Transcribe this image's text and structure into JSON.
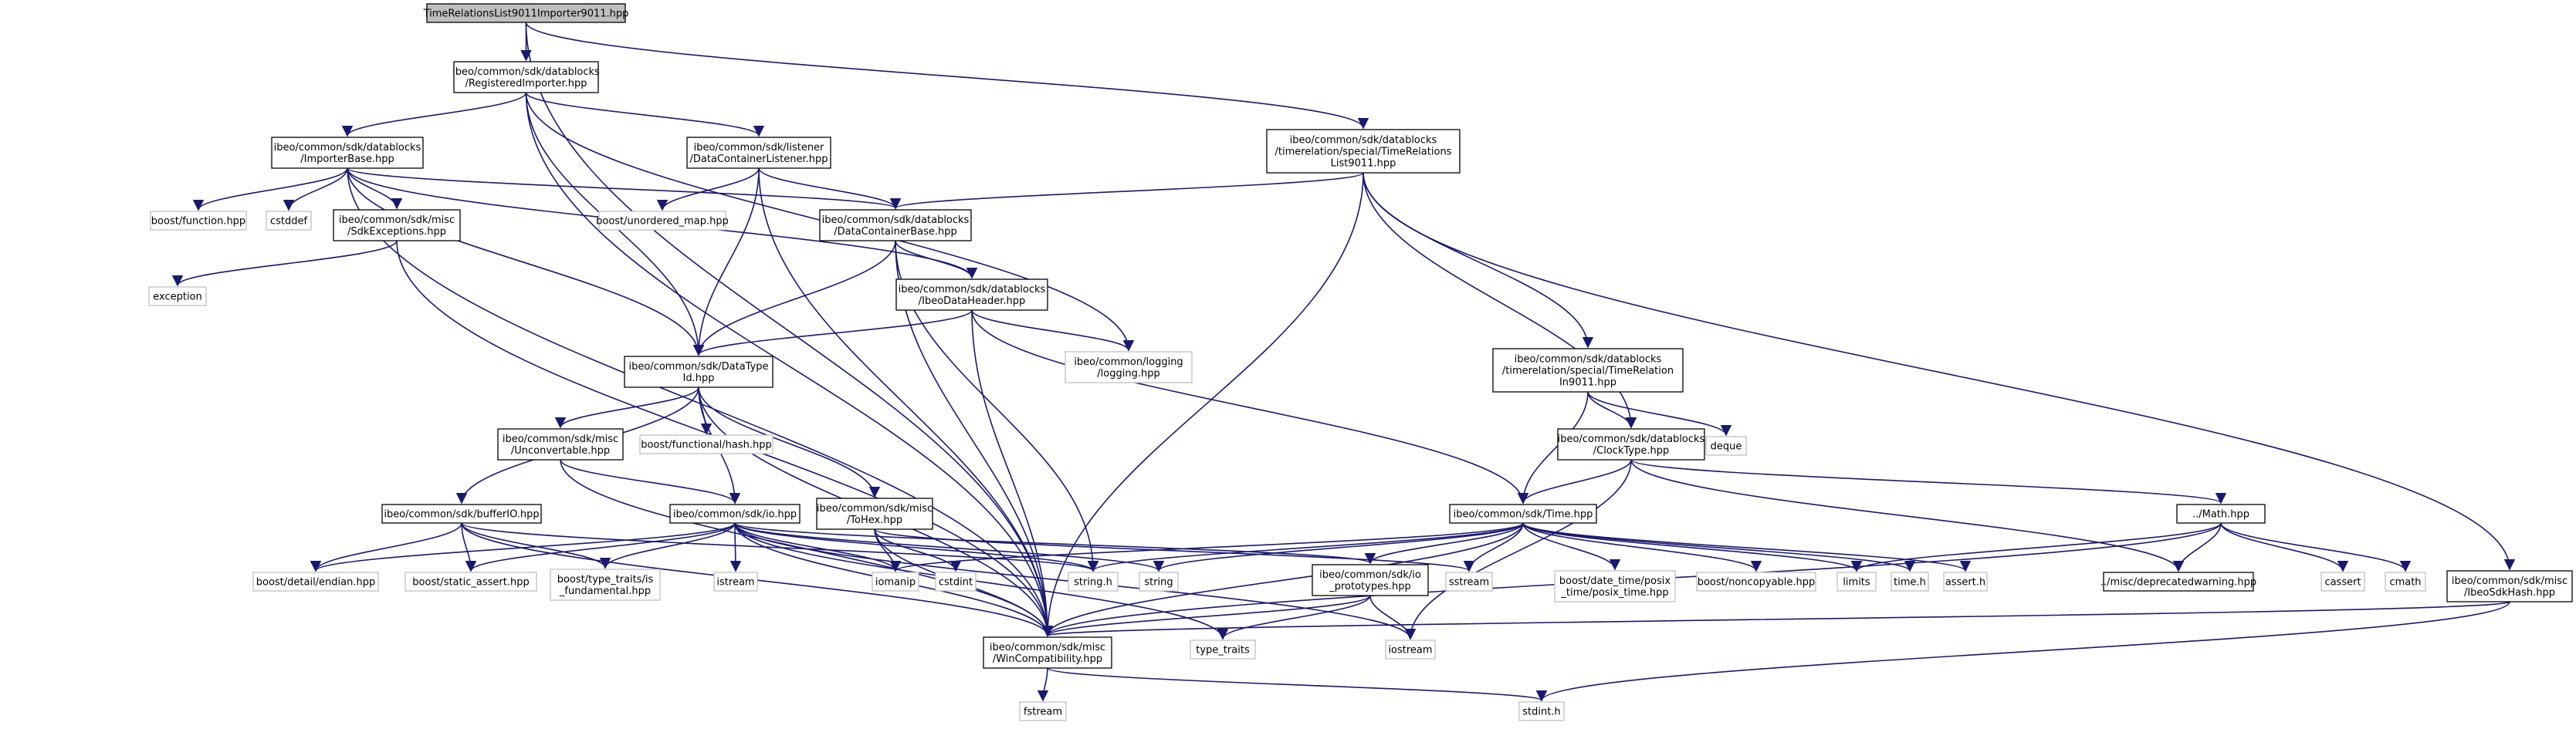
{
  "graph": {
    "root": {
      "id": "root",
      "label": [
        "TimeRelationsList9011Importer9011.hpp"
      ]
    },
    "nodes": [
      {
        "id": "root",
        "label": [
          "TimeRelationsList9011Importer9011.hpp"
        ],
        "style": "root"
      },
      {
        "id": "regimp",
        "label": [
          "ibeo/common/sdk/datablocks",
          "/RegisteredImporter.hpp"
        ],
        "style": "black"
      },
      {
        "id": "trlist",
        "label": [
          "ibeo/common/sdk/datablocks",
          "/timerelation/special/TimeRelations",
          "List9011.hpp"
        ],
        "style": "black"
      },
      {
        "id": "impbase",
        "label": [
          "ibeo/common/sdk/datablocks",
          "/ImporterBase.hpp"
        ],
        "style": "black"
      },
      {
        "id": "dclistener",
        "label": [
          "ibeo/common/sdk/listener",
          "/DataContainerListener.hpp"
        ],
        "style": "black"
      },
      {
        "id": "boostfunc",
        "label": [
          "boost/function.hpp"
        ],
        "style": "grey"
      },
      {
        "id": "cstddef",
        "label": [
          "cstddef"
        ],
        "style": "grey"
      },
      {
        "id": "sdkexc",
        "label": [
          "ibeo/common/sdk/misc",
          "/SdkExceptions.hpp"
        ],
        "style": "black"
      },
      {
        "id": "unordmap",
        "label": [
          "boost/unordered_map.hpp"
        ],
        "style": "grey"
      },
      {
        "id": "dcbase",
        "label": [
          "ibeo/common/sdk/datablocks",
          "/DataContainerBase.hpp"
        ],
        "style": "black"
      },
      {
        "id": "exception",
        "label": [
          "exception"
        ],
        "style": "grey"
      },
      {
        "id": "ibeohdr",
        "label": [
          "ibeo/common/sdk/datablocks",
          "/IbeoDataHeader.hpp"
        ],
        "style": "black"
      },
      {
        "id": "logging",
        "label": [
          "ibeo/common/logging",
          "/logging.hpp"
        ],
        "style": "grey"
      },
      {
        "id": "datatypeid",
        "label": [
          "ibeo/common/sdk/DataType",
          "Id.hpp"
        ],
        "style": "black"
      },
      {
        "id": "trin",
        "label": [
          "ibeo/common/sdk/datablocks",
          "/timerelation/special/TimeRelation",
          "In9011.hpp"
        ],
        "style": "black"
      },
      {
        "id": "unconv",
        "label": [
          "ibeo/common/sdk/misc",
          "/Unconvertable.hpp"
        ],
        "style": "black"
      },
      {
        "id": "funchash",
        "label": [
          "boost/functional/hash.hpp"
        ],
        "style": "grey"
      },
      {
        "id": "deque",
        "label": [
          "deque"
        ],
        "style": "grey"
      },
      {
        "id": "clocktype",
        "label": [
          "ibeo/common/sdk/datablocks",
          "/ClockType.hpp"
        ],
        "style": "black"
      },
      {
        "id": "bufferio",
        "label": [
          "ibeo/common/sdk/bufferIO.hpp"
        ],
        "style": "black"
      },
      {
        "id": "io",
        "label": [
          "ibeo/common/sdk/io.hpp"
        ],
        "style": "black"
      },
      {
        "id": "tohex",
        "label": [
          "ibeo/common/sdk/misc",
          "/ToHex.hpp"
        ],
        "style": "black"
      },
      {
        "id": "time",
        "label": [
          "ibeo/common/sdk/Time.hpp"
        ],
        "style": "black"
      },
      {
        "id": "math",
        "label": [
          "../Math.hpp"
        ],
        "style": "black"
      },
      {
        "id": "sdkhash",
        "label": [
          "ibeo/common/sdk/misc",
          "/IbeoSdkHash.hpp"
        ],
        "style": "black"
      },
      {
        "id": "endian",
        "label": [
          "boost/detail/endian.hpp"
        ],
        "style": "grey"
      },
      {
        "id": "staticassert",
        "label": [
          "boost/static_assert.hpp"
        ],
        "style": "grey"
      },
      {
        "id": "typetraitsfund",
        "label": [
          "boost/type_traits/is",
          "_fundamental.hpp"
        ],
        "style": "grey"
      },
      {
        "id": "istream",
        "label": [
          "istream"
        ],
        "style": "grey"
      },
      {
        "id": "iomanip",
        "label": [
          "iomanip"
        ],
        "style": "grey"
      },
      {
        "id": "cstdint",
        "label": [
          "cstdint"
        ],
        "style": "grey"
      },
      {
        "id": "stringh",
        "label": [
          "string.h"
        ],
        "style": "grey"
      },
      {
        "id": "string",
        "label": [
          "string"
        ],
        "style": "grey"
      },
      {
        "id": "ioproto",
        "label": [
          "ibeo/common/sdk/io",
          "_prototypes.hpp"
        ],
        "style": "black"
      },
      {
        "id": "sstream",
        "label": [
          "sstream"
        ],
        "style": "grey"
      },
      {
        "id": "posixtime",
        "label": [
          "boost/date_time/posix",
          "_time/posix_time.hpp"
        ],
        "style": "grey"
      },
      {
        "id": "noncopyable",
        "label": [
          "boost/noncopyable.hpp"
        ],
        "style": "grey"
      },
      {
        "id": "limits",
        "label": [
          "limits"
        ],
        "style": "grey"
      },
      {
        "id": "timeh",
        "label": [
          "time.h"
        ],
        "style": "grey"
      },
      {
        "id": "asserth",
        "label": [
          "assert.h"
        ],
        "style": "grey"
      },
      {
        "id": "deprecated",
        "label": [
          "../misc/deprecatedwarning.hpp"
        ],
        "style": "black"
      },
      {
        "id": "cassert",
        "label": [
          "cassert"
        ],
        "style": "grey"
      },
      {
        "id": "cmath",
        "label": [
          "cmath"
        ],
        "style": "grey"
      },
      {
        "id": "wincompat",
        "label": [
          "ibeo/common/sdk/misc",
          "/WinCompatibility.hpp"
        ],
        "style": "black"
      },
      {
        "id": "typetraits",
        "label": [
          "type_traits"
        ],
        "style": "grey"
      },
      {
        "id": "iostream",
        "label": [
          "iostream"
        ],
        "style": "grey"
      },
      {
        "id": "fstream",
        "label": [
          "fstream"
        ],
        "style": "grey"
      },
      {
        "id": "stdinth",
        "label": [
          "stdint.h"
        ],
        "style": "grey"
      }
    ],
    "edges": [
      [
        "root",
        "regimp"
      ],
      [
        "root",
        "trlist"
      ],
      [
        "root",
        "wincompat"
      ],
      [
        "regimp",
        "impbase"
      ],
      [
        "regimp",
        "dclistener"
      ],
      [
        "regimp",
        "datatypeid"
      ],
      [
        "regimp",
        "logging"
      ],
      [
        "regimp",
        "wincompat"
      ],
      [
        "trlist",
        "dcbase"
      ],
      [
        "trlist",
        "trin"
      ],
      [
        "trlist",
        "clocktype"
      ],
      [
        "trlist",
        "sdkhash"
      ],
      [
        "trlist",
        "wincompat"
      ],
      [
        "impbase",
        "boostfunc"
      ],
      [
        "impbase",
        "cstddef"
      ],
      [
        "impbase",
        "sdkexc"
      ],
      [
        "impbase",
        "dcbase"
      ],
      [
        "impbase",
        "ibeohdr"
      ],
      [
        "impbase",
        "datatypeid"
      ],
      [
        "impbase",
        "wincompat"
      ],
      [
        "dclistener",
        "unordmap"
      ],
      [
        "dclistener",
        "dcbase"
      ],
      [
        "dclistener",
        "datatypeid"
      ],
      [
        "dclistener",
        "wincompat"
      ],
      [
        "sdkexc",
        "exception"
      ],
      [
        "sdkexc",
        "wincompat"
      ],
      [
        "dcbase",
        "ibeohdr"
      ],
      [
        "dcbase",
        "datatypeid"
      ],
      [
        "dcbase",
        "stringh"
      ],
      [
        "dcbase",
        "wincompat"
      ],
      [
        "ibeohdr",
        "datatypeid"
      ],
      [
        "ibeohdr",
        "logging"
      ],
      [
        "ibeohdr",
        "time"
      ],
      [
        "ibeohdr",
        "wincompat"
      ],
      [
        "datatypeid",
        "unconv"
      ],
      [
        "datatypeid",
        "funchash"
      ],
      [
        "datatypeid",
        "bufferio"
      ],
      [
        "datatypeid",
        "io"
      ],
      [
        "datatypeid",
        "tohex"
      ],
      [
        "datatypeid",
        "wincompat"
      ],
      [
        "trin",
        "deque"
      ],
      [
        "trin",
        "clocktype"
      ],
      [
        "trin",
        "time"
      ],
      [
        "clocktype",
        "time"
      ],
      [
        "clocktype",
        "math"
      ],
      [
        "clocktype",
        "deprecated"
      ],
      [
        "clocktype",
        "iostream"
      ],
      [
        "unconv",
        "io"
      ],
      [
        "unconv",
        "wincompat"
      ],
      [
        "bufferio",
        "endian"
      ],
      [
        "bufferio",
        "staticassert"
      ],
      [
        "bufferio",
        "typetraitsfund"
      ],
      [
        "bufferio",
        "stringh"
      ],
      [
        "bufferio",
        "wincompat"
      ],
      [
        "io",
        "endian"
      ],
      [
        "io",
        "staticassert"
      ],
      [
        "io",
        "typetraitsfund"
      ],
      [
        "io",
        "istream"
      ],
      [
        "io",
        "iomanip"
      ],
      [
        "io",
        "stringh"
      ],
      [
        "io",
        "string"
      ],
      [
        "io",
        "ioproto"
      ],
      [
        "io",
        "typetraits"
      ],
      [
        "io",
        "iostream"
      ],
      [
        "io",
        "wincompat"
      ],
      [
        "tohex",
        "iomanip"
      ],
      [
        "tohex",
        "cstdint"
      ],
      [
        "tohex",
        "sstream"
      ],
      [
        "tohex",
        "wincompat"
      ],
      [
        "time",
        "iomanip"
      ],
      [
        "time",
        "stringh"
      ],
      [
        "time",
        "string"
      ],
      [
        "time",
        "ioproto"
      ],
      [
        "time",
        "sstream"
      ],
      [
        "time",
        "posixtime"
      ],
      [
        "time",
        "noncopyable"
      ],
      [
        "time",
        "limits"
      ],
      [
        "time",
        "timeh"
      ],
      [
        "time",
        "asserth"
      ],
      [
        "time",
        "wincompat"
      ],
      [
        "math",
        "limits"
      ],
      [
        "math",
        "deprecated"
      ],
      [
        "math",
        "cassert"
      ],
      [
        "math",
        "cmath"
      ],
      [
        "math",
        "wincompat"
      ],
      [
        "sdkhash",
        "wincompat"
      ],
      [
        "sdkhash",
        "stdinth"
      ],
      [
        "ioproto",
        "typetraits"
      ],
      [
        "ioproto",
        "iostream"
      ],
      [
        "ioproto",
        "wincompat"
      ],
      [
        "wincompat",
        "fstream"
      ],
      [
        "wincompat",
        "stdinth"
      ]
    ]
  },
  "colors": {
    "edge": "#191970",
    "node_border": "#000000",
    "external_border": "#bfbfbf",
    "root_fill": "#bfbfbf"
  }
}
